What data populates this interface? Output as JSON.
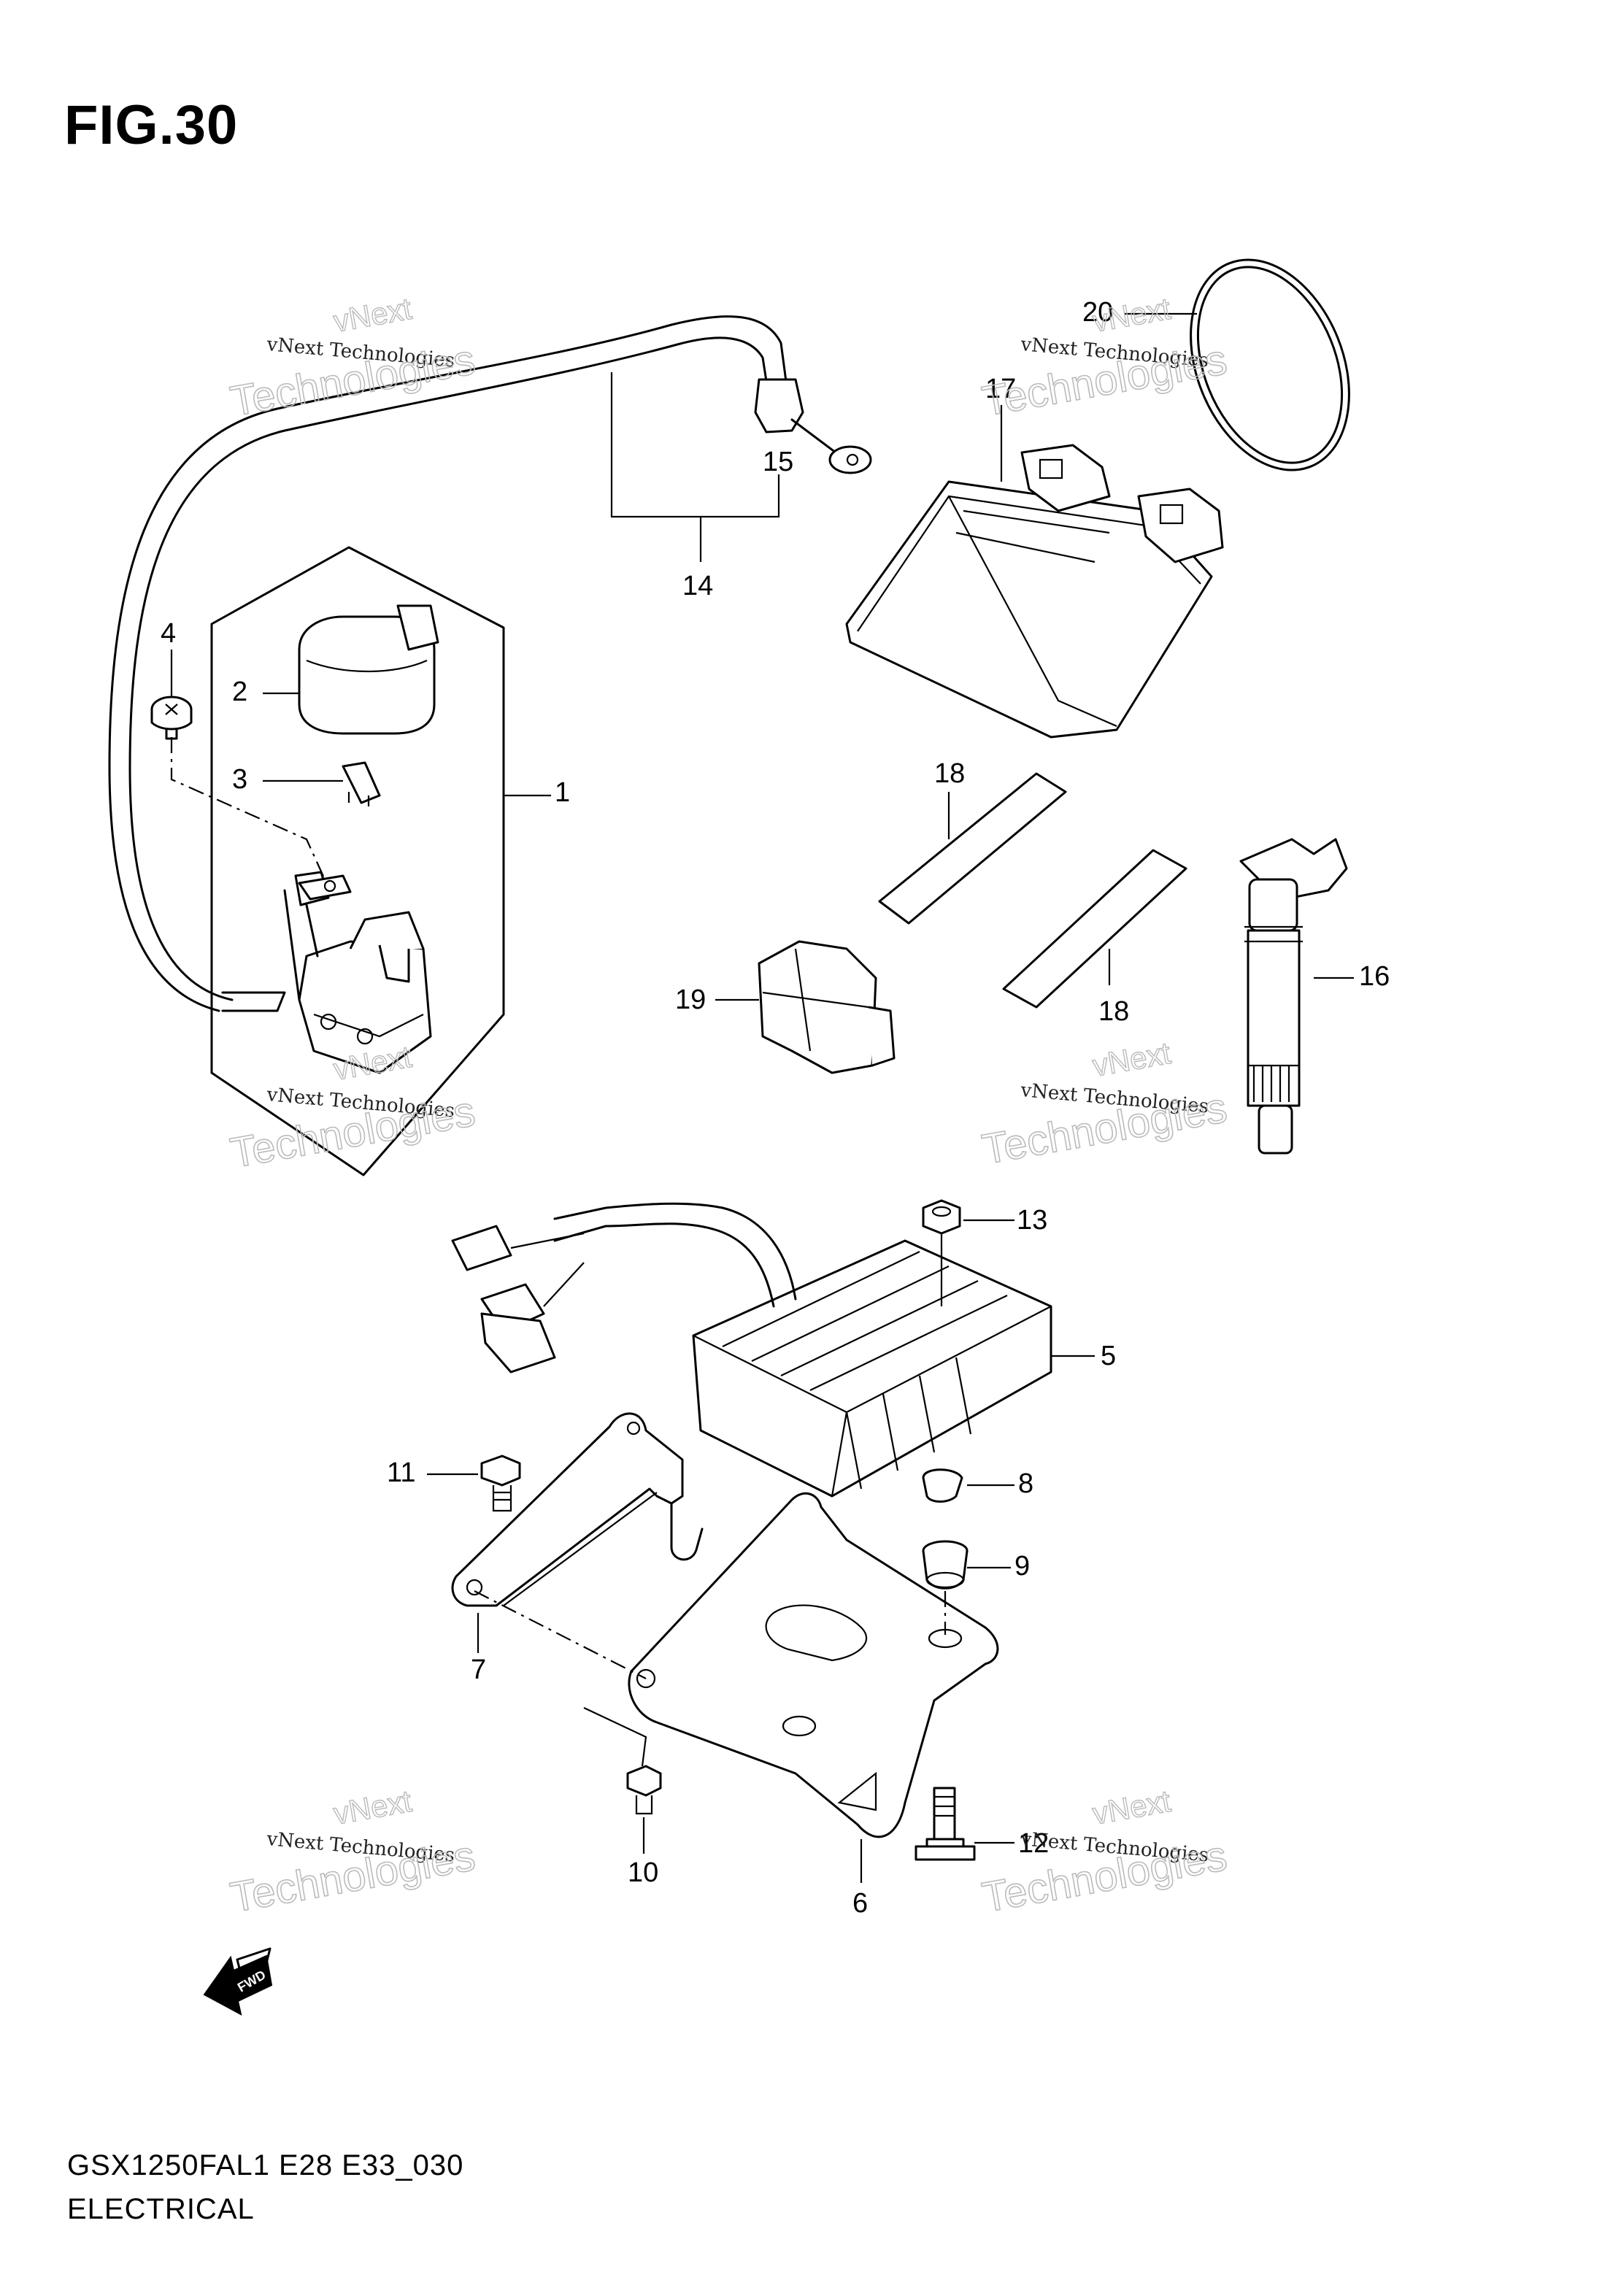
{
  "figure": {
    "title": "FIG.30",
    "model_code": "GSX1250FAL1 E28 E33_030",
    "section": "ELECTRICAL"
  },
  "watermark": {
    "line_small": "vNext Technologies",
    "line_large": "Technologies",
    "line_top": "vNext"
  },
  "fwd_label": "FWD",
  "callouts": [
    {
      "id": "c1",
      "label": "1"
    },
    {
      "id": "c2",
      "label": "2"
    },
    {
      "id": "c3",
      "label": "3"
    },
    {
      "id": "c4",
      "label": "4"
    },
    {
      "id": "c5",
      "label": "5"
    },
    {
      "id": "c6",
      "label": "6"
    },
    {
      "id": "c7",
      "label": "7"
    },
    {
      "id": "c8",
      "label": "8"
    },
    {
      "id": "c9",
      "label": "9"
    },
    {
      "id": "c10",
      "label": "10"
    },
    {
      "id": "c11",
      "label": "11"
    },
    {
      "id": "c12",
      "label": "12"
    },
    {
      "id": "c13",
      "label": "13"
    },
    {
      "id": "c14",
      "label": "14"
    },
    {
      "id": "c15",
      "label": "15"
    },
    {
      "id": "c16",
      "label": "16"
    },
    {
      "id": "c17",
      "label": "17"
    },
    {
      "id": "c18a",
      "label": "18"
    },
    {
      "id": "c18b",
      "label": "18"
    },
    {
      "id": "c19",
      "label": "19"
    },
    {
      "id": "c20",
      "label": "20"
    }
  ]
}
